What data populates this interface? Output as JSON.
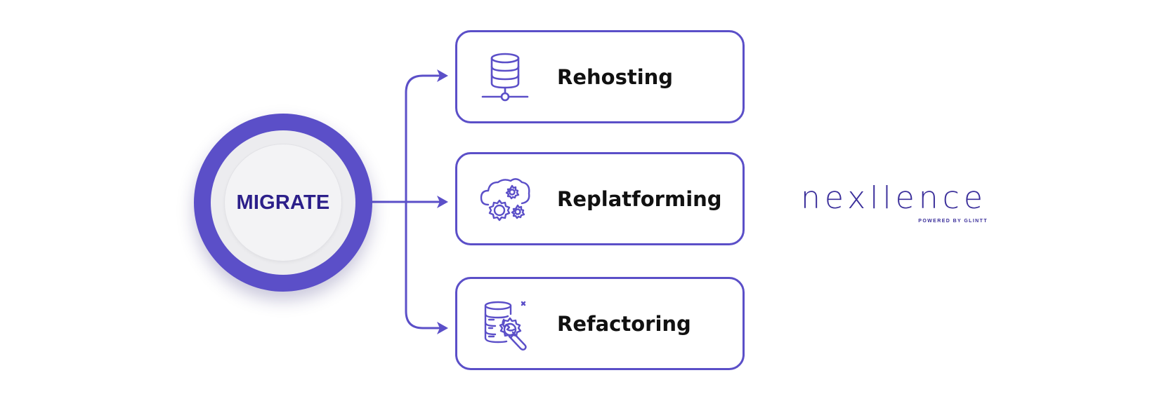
{
  "diagram": {
    "hub": {
      "label": "MIGRATE"
    },
    "options": [
      {
        "label": "Rehosting",
        "icon": "database-server-icon"
      },
      {
        "label": "Replatforming",
        "icon": "cloud-gears-icon"
      },
      {
        "label": "Refactoring",
        "icon": "database-wrench-icon"
      }
    ]
  },
  "logo": {
    "wordmark": "nexllence",
    "tagline": "POWERED BY GLINTT"
  },
  "colors": {
    "accent": "#5b4fc8",
    "hub_text": "#2c1f8a",
    "label_text": "#111111"
  }
}
